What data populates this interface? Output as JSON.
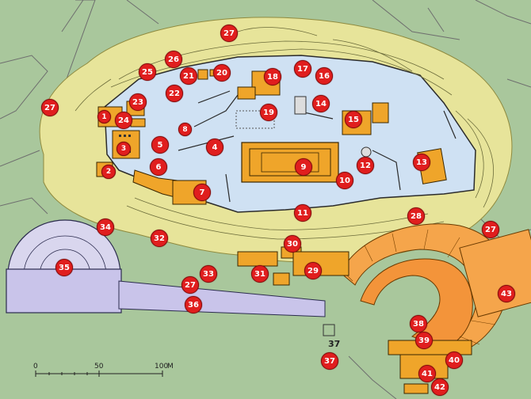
{
  "colors": {
    "background": "#a9c79c",
    "slope": "#e7e49a",
    "plateau": "#cfe1f3",
    "building": "#efa52a",
    "theatre": "#f5a54b",
    "odeon": "#d9d6ee",
    "stoa": "#c9c4ea",
    "marker": "#e01e1e"
  },
  "markers": [
    {
      "n": "1"
    },
    {
      "n": "2"
    },
    {
      "n": "3"
    },
    {
      "n": "4"
    },
    {
      "n": "5"
    },
    {
      "n": "6"
    },
    {
      "n": "7"
    },
    {
      "n": "8"
    },
    {
      "n": "9"
    },
    {
      "n": "10"
    },
    {
      "n": "11"
    },
    {
      "n": "12"
    },
    {
      "n": "13"
    },
    {
      "n": "14"
    },
    {
      "n": "15"
    },
    {
      "n": "16"
    },
    {
      "n": "17"
    },
    {
      "n": "18"
    },
    {
      "n": "19"
    },
    {
      "n": "20"
    },
    {
      "n": "21"
    },
    {
      "n": "22"
    },
    {
      "n": "23"
    },
    {
      "n": "24"
    },
    {
      "n": "25"
    },
    {
      "n": "26"
    },
    {
      "n": "27"
    },
    {
      "n": "27"
    },
    {
      "n": "27"
    },
    {
      "n": "27"
    },
    {
      "n": "28"
    },
    {
      "n": "29"
    },
    {
      "n": "30"
    },
    {
      "n": "31"
    },
    {
      "n": "32"
    },
    {
      "n": "33"
    },
    {
      "n": "34"
    },
    {
      "n": "35"
    },
    {
      "n": "36"
    },
    {
      "n": "37"
    },
    {
      "n": "38"
    },
    {
      "n": "39"
    },
    {
      "n": "40"
    },
    {
      "n": "41"
    },
    {
      "n": "42"
    },
    {
      "n": "43"
    }
  ],
  "plain_label": "37",
  "scale": {
    "zero": "0",
    "mid": "50",
    "end": "100",
    "unit": "M"
  }
}
